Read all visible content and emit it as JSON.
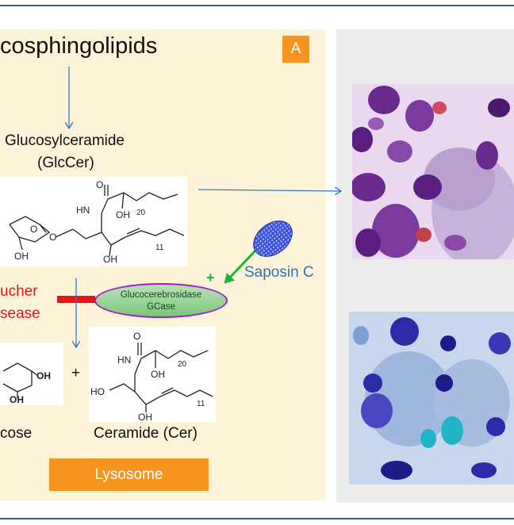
{
  "panel_a": {
    "header": "cosphingolipids",
    "badge": "A",
    "glccer_name": "Glucosylceramide",
    "glccer_abbr": "(GlcCer)",
    "disease_line1": "ucher",
    "disease_line2": "sease",
    "enzyme_line1": "Glucocerebrosidase",
    "enzyme_line2": "GCase",
    "saposin": "Saposin C",
    "plus_sign": "+",
    "reaction_plus": "+",
    "product_left": "cose",
    "product_right": "Ceramide (Cer)",
    "compartment": "Lysosome"
  },
  "structures": {
    "glccer": [
      "HN",
      "O",
      "OH",
      "20",
      "OH",
      "OH",
      "11",
      "O",
      "O"
    ],
    "glucose": [
      "OH",
      "OH"
    ],
    "ceramide": [
      "HN",
      "O",
      "OH",
      "20",
      "HO",
      "OH",
      "11"
    ]
  },
  "colors": {
    "panel_a_bg": "#fdf3d8",
    "panel_b_bg": "#ececec",
    "accent_orange": "#f7941d",
    "disease_red": "#e8141c",
    "arrow_blue": "#2e75b6",
    "arrow_green": "#18b53a",
    "enzyme_border": "#a020c0"
  }
}
